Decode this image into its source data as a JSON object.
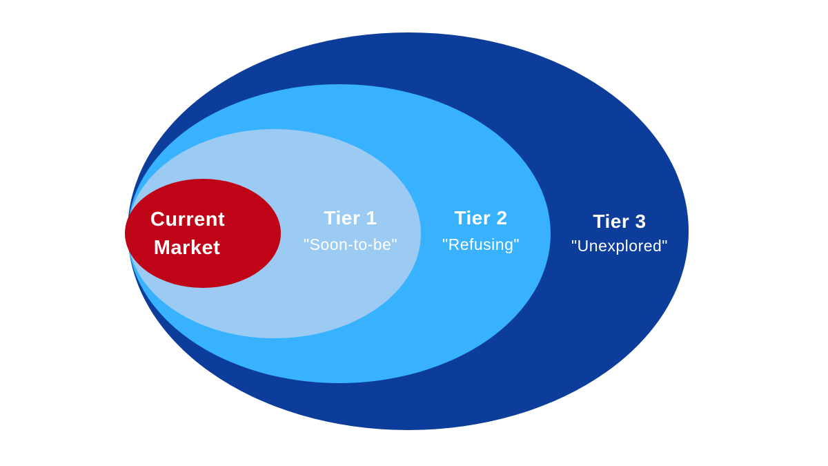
{
  "diagram": {
    "title": "Market tiers nested ellipse diagram",
    "background_color": "#ffffff",
    "text_color": "#ffffff",
    "rings": [
      {
        "id": "tier-3",
        "label": "Tier 3",
        "sublabel": "\"Unexplored\"",
        "color": "#0d3d9b"
      },
      {
        "id": "tier-2",
        "label": "Tier 2",
        "sublabel": "\"Refusing\"",
        "color": "#38b2fe"
      },
      {
        "id": "tier-1",
        "label": "Tier 1",
        "sublabel": "\"Soon-to-be\"",
        "color": "#9bcaf3"
      }
    ],
    "core": {
      "id": "current-market",
      "label_line1": "Current",
      "label_line2": "Market",
      "color": "#c00418"
    }
  }
}
